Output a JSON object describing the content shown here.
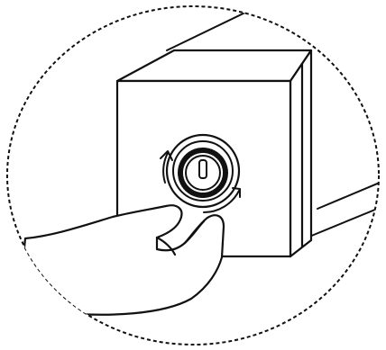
{
  "illustration": {
    "line_color": "#111111",
    "background_color": "#ffffff",
    "icons": [
      "dashed-circle-frame",
      "box-device",
      "rotary-knob",
      "rotation-arrow",
      "hand"
    ],
    "rotation_direction": "clockwise"
  }
}
